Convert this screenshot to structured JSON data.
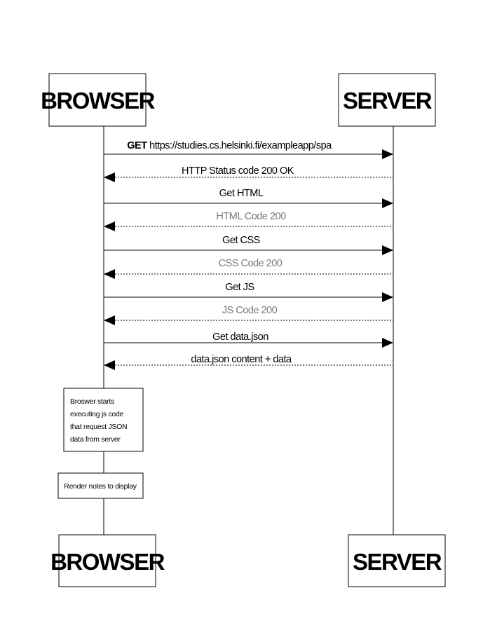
{
  "actors": {
    "browser": "BROWSER",
    "server": "SERVER"
  },
  "messages": [
    {
      "method": "GET",
      "text": "https://studies.cs.helsinki.fi/exampleapp/spa",
      "direction": "request",
      "style": "solid"
    },
    {
      "text": "HTTP Status code 200 OK",
      "direction": "response",
      "style": "dotted",
      "tone": "black"
    },
    {
      "text": "Get HTML",
      "direction": "request",
      "style": "solid"
    },
    {
      "text": "HTML Code 200",
      "direction": "response",
      "style": "dotted",
      "tone": "grey"
    },
    {
      "text": "Get CSS",
      "direction": "request",
      "style": "solid"
    },
    {
      "text": "CSS Code 200",
      "direction": "response",
      "style": "dotted",
      "tone": "grey"
    },
    {
      "text": "Get JS",
      "direction": "request",
      "style": "solid"
    },
    {
      "text": "JS Code 200",
      "direction": "response",
      "style": "dotted",
      "tone": "grey"
    },
    {
      "text": "Get data.json",
      "direction": "request",
      "style": "solid"
    },
    {
      "text": "data.json content + data",
      "direction": "response",
      "style": "dotted",
      "tone": "black"
    }
  ],
  "notes": [
    {
      "lines": [
        "Broswer starts",
        "executing js code",
        "that request JSON",
        "data from server"
      ]
    },
    {
      "lines": [
        "Render notes to display"
      ]
    }
  ]
}
